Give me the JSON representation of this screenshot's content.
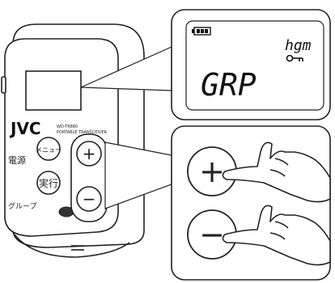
{
  "device": {
    "brand": "JVC",
    "model": "WD-TR880",
    "subtitle": "PORTABLE TRANSCEIVER",
    "power_label": "電源",
    "menu_label": "メニュー",
    "exec_label": "実行",
    "group_label": "グループ",
    "plus_symbol": "+",
    "minus_symbol": "−"
  },
  "display": {
    "main_text": "GRP",
    "top_right_text": "hgm"
  },
  "colors": {
    "stroke": "#222222",
    "callout_fill": "#ffffff",
    "body_fill": "#ffffff"
  }
}
